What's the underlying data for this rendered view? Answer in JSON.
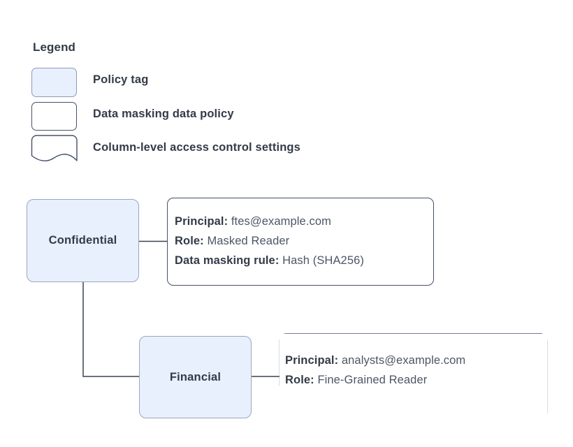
{
  "legend": {
    "title": "Legend",
    "items": [
      {
        "label": "Policy tag",
        "swatch": "policy-tag-swatch"
      },
      {
        "label": "Data masking data policy",
        "swatch": "data-masking-policy-swatch"
      },
      {
        "label": "Column-level access control settings",
        "swatch": "column-access-settings-swatch"
      }
    ]
  },
  "diagram": {
    "nodes": [
      {
        "id": "confidential",
        "label": "Confidential",
        "type": "policy-tag"
      },
      {
        "id": "financial",
        "label": "Financial",
        "type": "policy-tag"
      }
    ],
    "boxes": [
      {
        "id": "masking",
        "type": "data-masking-data-policy",
        "lines": [
          {
            "key": "Principal:",
            "value": "ftes@example.com"
          },
          {
            "key": "Role:",
            "value": "Masked Reader"
          },
          {
            "key": "Data masking rule:",
            "value": "Hash (SHA256)"
          }
        ]
      },
      {
        "id": "settings",
        "type": "column-level-access-control-settings",
        "lines": [
          {
            "key": "Principal:",
            "value": "analysts@example.com"
          },
          {
            "key": "Role:",
            "value": "Fine-Grained Reader"
          }
        ]
      }
    ]
  },
  "colors": {
    "tag_fill": "#e8f0fe",
    "tag_border": "#9aa6bf",
    "box_border": "#46506b",
    "text": "#333b48",
    "value_text": "#4d5565",
    "connector": "#3b4351",
    "background": "#ffffff"
  }
}
